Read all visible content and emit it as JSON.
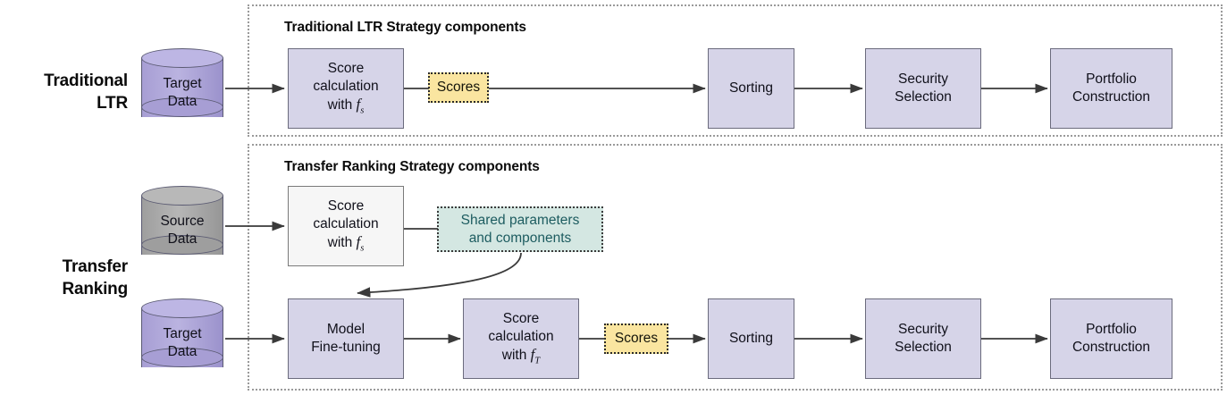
{
  "figure": {
    "title": "Traditional LTR vs Transfer Ranking strategy pipeline diagram",
    "colors": {
      "process_fill": "#d6d4e8",
      "process_fill_white": "#f6f6f6",
      "process_border": "#6b6b7d",
      "scores_fill": "#fae5a0",
      "scores_border": "#2a2a2a",
      "shared_fill": "#d4e7e2",
      "shared_text": "#1d5c60",
      "cylinder_target": "#b0a8da",
      "cylinder_source": "#a8a8a8",
      "group_border": "#9a9a9a",
      "arrow": "#3a3a3a"
    }
  },
  "rows": {
    "traditional": {
      "label_line1": "Traditional",
      "label_line2": "LTR"
    },
    "transfer": {
      "label_line1": "Transfer",
      "label_line2": "Ranking"
    }
  },
  "groups": {
    "traditional": {
      "title": "Traditional LTR Strategy components"
    },
    "transfer": {
      "title": "Transfer Ranking Strategy components"
    }
  },
  "nodes": {
    "target_data_top": {
      "line1": "Target",
      "line2": "Data"
    },
    "source_data": {
      "line1": "Source",
      "line2": "Data"
    },
    "target_data_bottom": {
      "line1": "Target",
      "line2": "Data"
    },
    "score_calc_top": {
      "line1": "Score",
      "line2": "calculation",
      "line3_prefix": "with",
      "fn": "f",
      "fn_sub": "s"
    },
    "score_calc_source": {
      "line1": "Score",
      "line2": "calculation",
      "line3_prefix": "with",
      "fn": "f",
      "fn_sub": "s"
    },
    "score_calc_target": {
      "line1": "Score",
      "line2": "calculation",
      "line3_prefix": "with",
      "fn": "f",
      "fn_sub": "T"
    },
    "model_finetuning": {
      "line1": "Model",
      "line2": "Fine-tuning"
    },
    "scores_top": {
      "label": "Scores"
    },
    "scores_bottom": {
      "label": "Scores"
    },
    "sorting_top": {
      "label": "Sorting"
    },
    "sorting_bottom": {
      "label": "Sorting"
    },
    "security_selection_top": {
      "line1": "Security",
      "line2": "Selection"
    },
    "security_selection_bottom": {
      "line1": "Security",
      "line2": "Selection"
    },
    "portfolio_construction_top": {
      "line1": "Portfolio",
      "line2": "Construction"
    },
    "portfolio_construction_bottom": {
      "line1": "Portfolio",
      "line2": "Construction"
    },
    "shared_params": {
      "line1": "Shared parameters",
      "line2": "and components"
    }
  }
}
